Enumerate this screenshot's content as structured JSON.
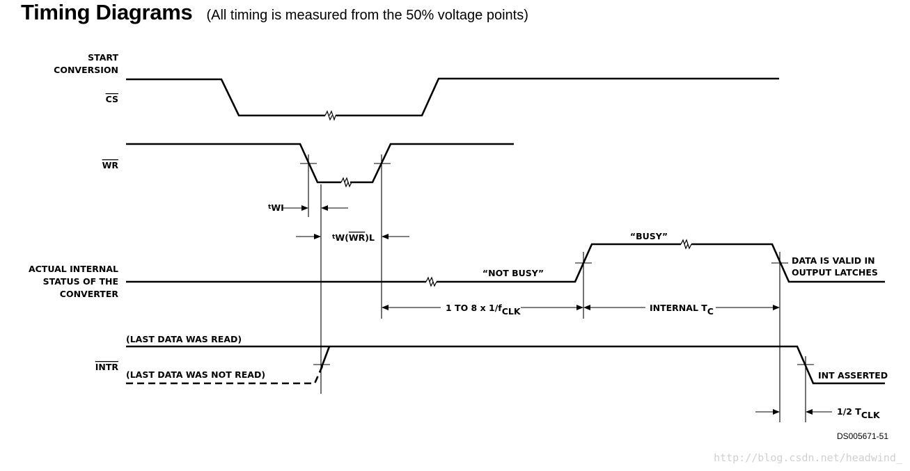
{
  "header": {
    "title": "Timing Diagrams",
    "subtitle": "(All timing is measured from the 50% voltage points)"
  },
  "signals": {
    "start_conversion_line1": "START",
    "start_conversion_line2": "CONVERSION",
    "cs": "CS",
    "wr": "WR",
    "status_line1": "ACTUAL INTERNAL",
    "status_line2": "STATUS OF THE",
    "status_line3": "CONVERTER",
    "intr": "INTR"
  },
  "annotations": {
    "twi_t": "t",
    "twi_rest": "WI",
    "tw_t": "t",
    "tw_w": "W(",
    "tw_wr": "WR",
    "tw_l": ")L",
    "not_busy": "“NOT BUSY”",
    "busy": "“BUSY”",
    "data_valid_line1": "DATA IS VALID IN",
    "data_valid_line2": "OUTPUT LATCHES",
    "one_to_eight_main": "1 TO 8 x 1/f",
    "one_to_eight_sub": "CLK",
    "internal_tc_main": "INTERNAL T",
    "internal_tc_sub": "C",
    "last_data_read": "(LAST DATA WAS READ)",
    "last_data_not_read": "(LAST DATA WAS NOT READ)",
    "int_asserted": "INT ASSERTED",
    "half_tclk_main": "1/2 T",
    "half_tclk_sub": "CLK"
  },
  "footer": {
    "doc_id": "DS005671-51",
    "watermark": "http://blog.csdn.net/headwind_"
  }
}
